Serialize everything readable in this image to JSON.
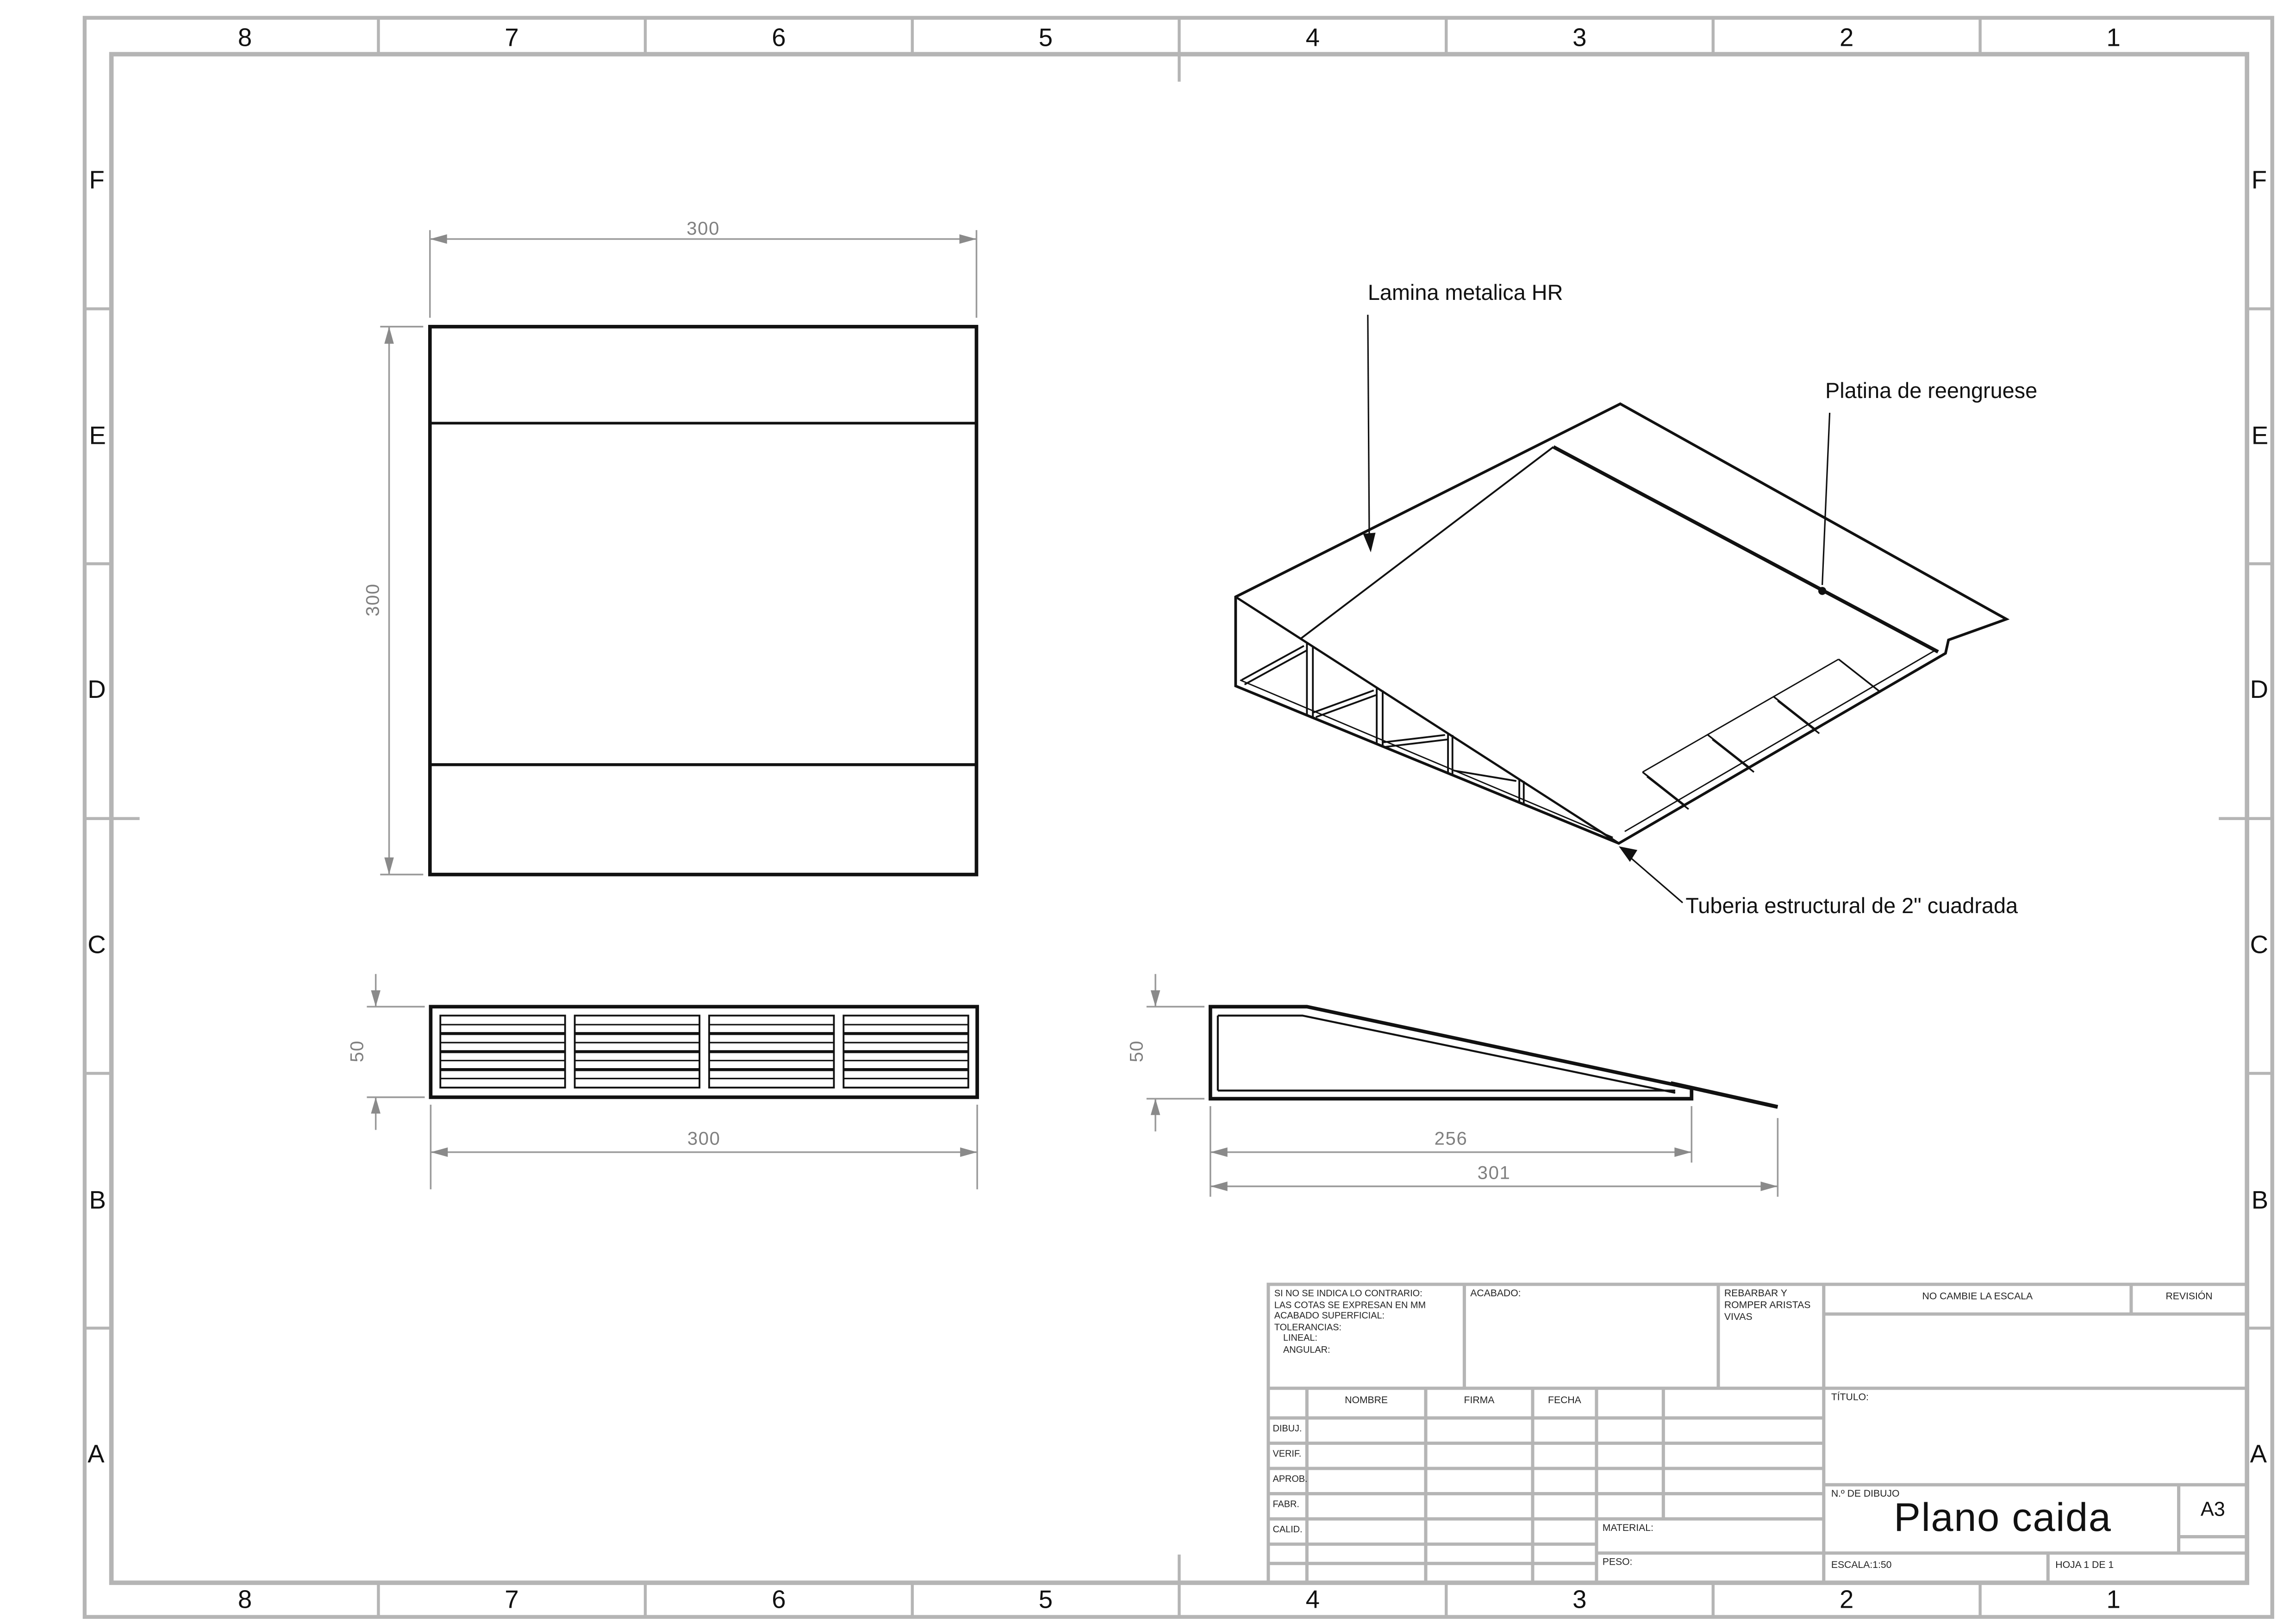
{
  "document": {
    "type": "engineering-drawing",
    "standard_note": "A3 landscape CAD sheet with zone border",
    "colors": {
      "drawing_line": "#111111",
      "dimension": "#7f7f7f",
      "frame": "#b5b5b5"
    }
  },
  "border": {
    "cols": [
      "8",
      "7",
      "6",
      "5",
      "4",
      "3",
      "2",
      "1"
    ],
    "rows": [
      "F",
      "E",
      "D",
      "C",
      "B",
      "A"
    ]
  },
  "views": {
    "front": {
      "dim_width": "300",
      "dim_height": "300"
    },
    "bottom": {
      "dim_height": "50",
      "dim_width": "300"
    },
    "side": {
      "dim_height": "50",
      "dim_len_body": "256",
      "dim_len_total": "301"
    },
    "iso": {
      "callout_lamina": "Lamina metalica HR",
      "callout_platina": "Platina de reengruese",
      "callout_tuberia": "Tuberia estructural de 2\" cuadrada"
    }
  },
  "title_block": {
    "notes": [
      "SI NO SE INDICA LO CONTRARIO:",
      "LAS COTAS SE EXPRESAN EN MM",
      "ACABADO SUPERFICIAL:",
      "TOLERANCIAS:",
      "LINEAL:",
      "ANGULAR:"
    ],
    "acabado_label": "ACABADO:",
    "deburr_note": "REBARBAR Y ROMPER ARISTAS VIVAS",
    "no_scale_note": "NO CAMBIE LA ESCALA",
    "revision_label": "REVISIÓN",
    "col_nombre": "NOMBRE",
    "col_firma": "FIRMA",
    "col_fecha": "FECHA",
    "rows": [
      "DIBUJ.",
      "VERIF.",
      "APROB.",
      "FABR.",
      "CALID."
    ],
    "titulo_label": "TÍTULO:",
    "material_label": "MATERIAL:",
    "peso_label": "PESO:",
    "drawing_no_label": "N.º DE DIBUJO",
    "drawing_title": "Plano caida",
    "paper_size": "A3",
    "escala": "ESCALA:1:50",
    "hoja": "HOJA 1 DE 1"
  }
}
